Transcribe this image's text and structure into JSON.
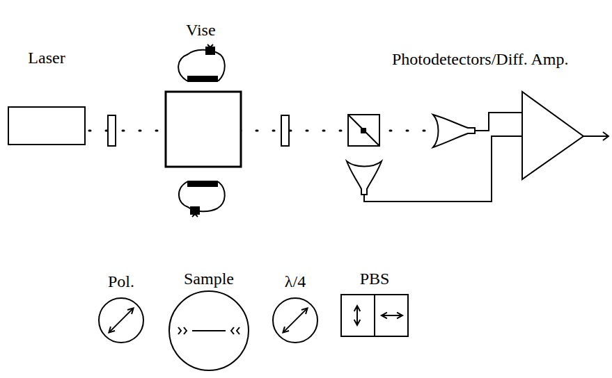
{
  "diagram": {
    "nodes": [
      {
        "text": [
          "Laser"
        ]
      },
      {
        "text": [
          "Pol."
        ]
      },
      {
        "text": [
          "Sample"
        ]
      },
      {
        "text": [
          "λ/4"
        ]
      },
      {
        "text": [
          "PBS"
        ]
      }
    ],
    "labels": [
      "Vise",
      "Photodetectors/Diff. Amp."
    ]
  }
}
